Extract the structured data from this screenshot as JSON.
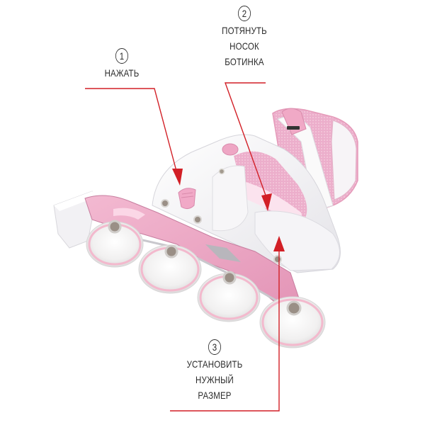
{
  "diagram": {
    "subject": "Inline skate, pink and white",
    "colors": {
      "arrow": "#d21f26",
      "text": "#2b2b2b",
      "skate_pink": "#eaa7c3",
      "skate_white": "#f4f3f6",
      "wheel_white": "#f2f1f1",
      "wheel_ring": "#f1b4c9",
      "metal": "#b9b8bd"
    },
    "callouts": [
      {
        "number": "1",
        "lines": [
          "НАЖАТЬ"
        ]
      },
      {
        "number": "2",
        "lines": [
          "ПОТЯНУТЬ",
          "НОСОК",
          "БОТИНКА"
        ]
      },
      {
        "number": "3",
        "lines": [
          "УСТАНОВИТЬ",
          "НУЖНЫЙ",
          "РАЗМЕР"
        ]
      }
    ]
  }
}
